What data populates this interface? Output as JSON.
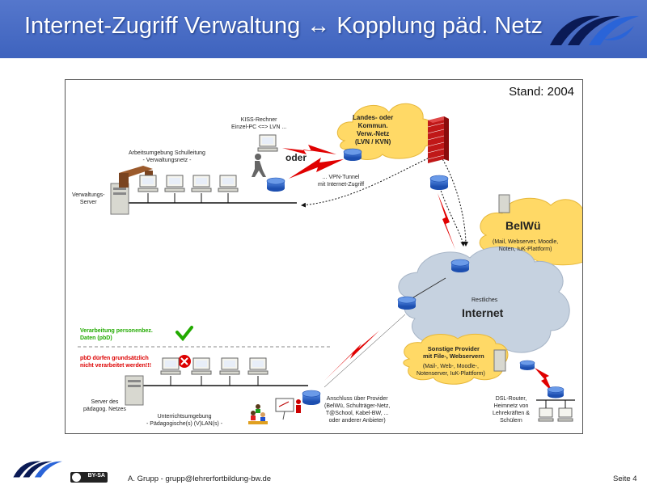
{
  "header": {
    "title": "Internet-Zugriff Verwaltung ↔ Kopplung päd. Netz"
  },
  "diagram": {
    "stand": "Stand: 2004",
    "landesnetz": [
      "Landes- oder",
      "Kommun.",
      "Verw.-Netz",
      "(LVN / KVN)"
    ],
    "kiss": [
      "KISS-Rechner",
      "Einzel-PC <=> LVN ..."
    ],
    "oder": "oder",
    "vpn": [
      "... VPN-Tunnel",
      "mit Internet-Zugriff"
    ],
    "arbeitsumgebung": [
      "Arbeitsumgebung Schulleitung",
      "- Verwaltungsnetz -"
    ],
    "verwaltungsserver": [
      "Verwaltungs-",
      "Server"
    ],
    "belwue": "BelWü",
    "belwue_detail": [
      "(Mail, Webserver, Moodle,",
      "Noten, IuK-Plattform)"
    ],
    "restliches": "Restliches",
    "internet": "Internet",
    "provider": [
      "Sonstige Provider",
      "mit File-, Webservern"
    ],
    "provider_detail": [
      "(Mail-, Web-, Moodle-,",
      "Notenserver, IuK-Plattform)"
    ],
    "legend_ok": [
      "Verarbeitung personenbez.",
      "Daten (pbD)"
    ],
    "legend_no": [
      "pbD dürfen grundsätzlich",
      "nicht verarbeitet werden!!!"
    ],
    "server_paed": [
      "Server des",
      "pädagog. Netzes"
    ],
    "unterricht": [
      "Unterrichtsumgebung",
      "- Pädagogische(s) (V)LAN(s) -"
    ],
    "anschluss": [
      "Anschluss über Provider",
      "(BelWü, Schulträger-Netz,",
      "T@School, Kabel-BW, ...",
      "oder anderer Anbieter)"
    ],
    "dsl": [
      "DSL-Router,",
      "Heimnetz von",
      "Lehrekräften &",
      "Schülern"
    ]
  },
  "footer": {
    "license": "BY-SA",
    "author": "A. Grupp - grupp@lehrerfortbildung-bw.de",
    "page": "Seite 4"
  },
  "colors": {
    "header_blue": "#4466c4",
    "cloud": "#ffd966",
    "internet_cloud": "#c6d2e0",
    "lightning": "#e00000",
    "ok_green": "#22aa00",
    "warn_red": "#dd0000"
  }
}
